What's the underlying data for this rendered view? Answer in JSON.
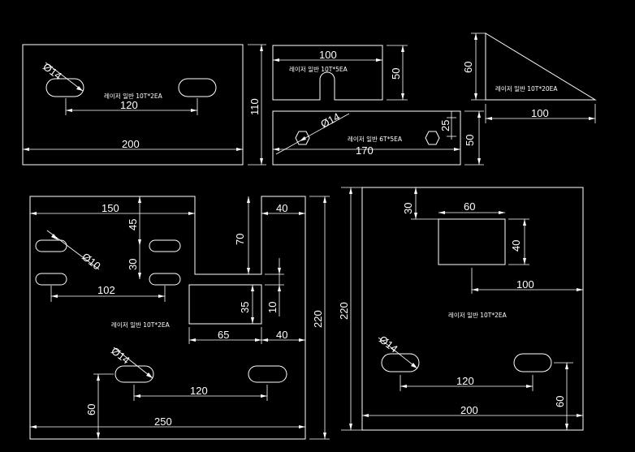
{
  "canvas": {
    "background": "#000000",
    "line_color": "#ffffff"
  },
  "parts": {
    "plate_a": {
      "note": "레이저 일반 10T*2EA",
      "dims": {
        "width": "200",
        "height": "110",
        "slot_pitch": "120",
        "hole_dia": "Ø14"
      }
    },
    "plate_b": {
      "note": "레이저 일반 10T*5EA",
      "dims": {
        "width": "100",
        "height": "50"
      }
    },
    "plate_c": {
      "note": "레이저 일반 6T*5EA",
      "dims": {
        "width": "170",
        "height": "50",
        "hole_dia": "Ø14",
        "hole_size": "25"
      }
    },
    "plate_d": {
      "note": "레이저 일반 10T*20EA",
      "dims": {
        "width": "100",
        "height": "60"
      }
    },
    "plate_e": {
      "note": "레이저 일반 10T*2EA",
      "dims": {
        "width": "250",
        "height": "220",
        "top_left": "150",
        "top_right": "40",
        "notch_depth": "70",
        "slot_y": "45",
        "slot_gap": "30",
        "slot_dia": "Ø10",
        "slot_pitch": "102",
        "pocket_h": "35",
        "pocket_offset": "10",
        "pocket_w": "65",
        "pocket_side": "40",
        "hole_dia": "Ø14",
        "bottom_pitch": "120",
        "bottom_y": "60"
      }
    },
    "plate_f": {
      "note": "레이저 일반 10T*2EA",
      "dims": {
        "width": "200",
        "height": "220",
        "win_w": "60",
        "win_h": "40",
        "win_top": "30",
        "win_right": "100",
        "hole_dia": "Ø14",
        "slot_pitch": "120",
        "slot_y": "60"
      }
    }
  }
}
